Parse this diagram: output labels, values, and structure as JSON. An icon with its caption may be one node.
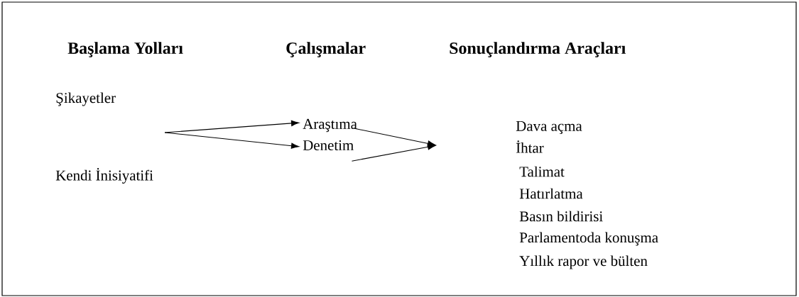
{
  "diagram": {
    "nodes": [
      {
        "text": [
          "Şikayetler"
        ]
      },
      {
        "text": [
          "Kendi İnisiyatifi"
        ]
      },
      {
        "text": [
          "Araştıma"
        ]
      },
      {
        "text": [
          "Denetim"
        ]
      },
      {
        "text": [
          "Dava açma"
        ]
      },
      {
        "text": [
          "İhtar"
        ]
      },
      {
        "text": [
          "Talimat"
        ]
      },
      {
        "text": [
          "Hatırlatma"
        ]
      },
      {
        "text": [
          "Basın bildirisi"
        ]
      },
      {
        "text": [
          "Parlamentoda konuşma"
        ]
      },
      {
        "text": [
          "Yıllık rapor ve bülten"
        ]
      }
    ],
    "edges": [
      {
        "from": null,
        "to": 2,
        "arrow": "to"
      },
      {
        "from": null,
        "to": 3,
        "arrow": "to"
      },
      {
        "from": 2,
        "to": null,
        "arrow": "to"
      },
      {
        "from": 3,
        "to": null,
        "arrow": "to"
      }
    ],
    "labels": [
      "Başlama Yolları",
      "Çalışmalar",
      "Sonuçlandırma Araçları"
    ]
  }
}
